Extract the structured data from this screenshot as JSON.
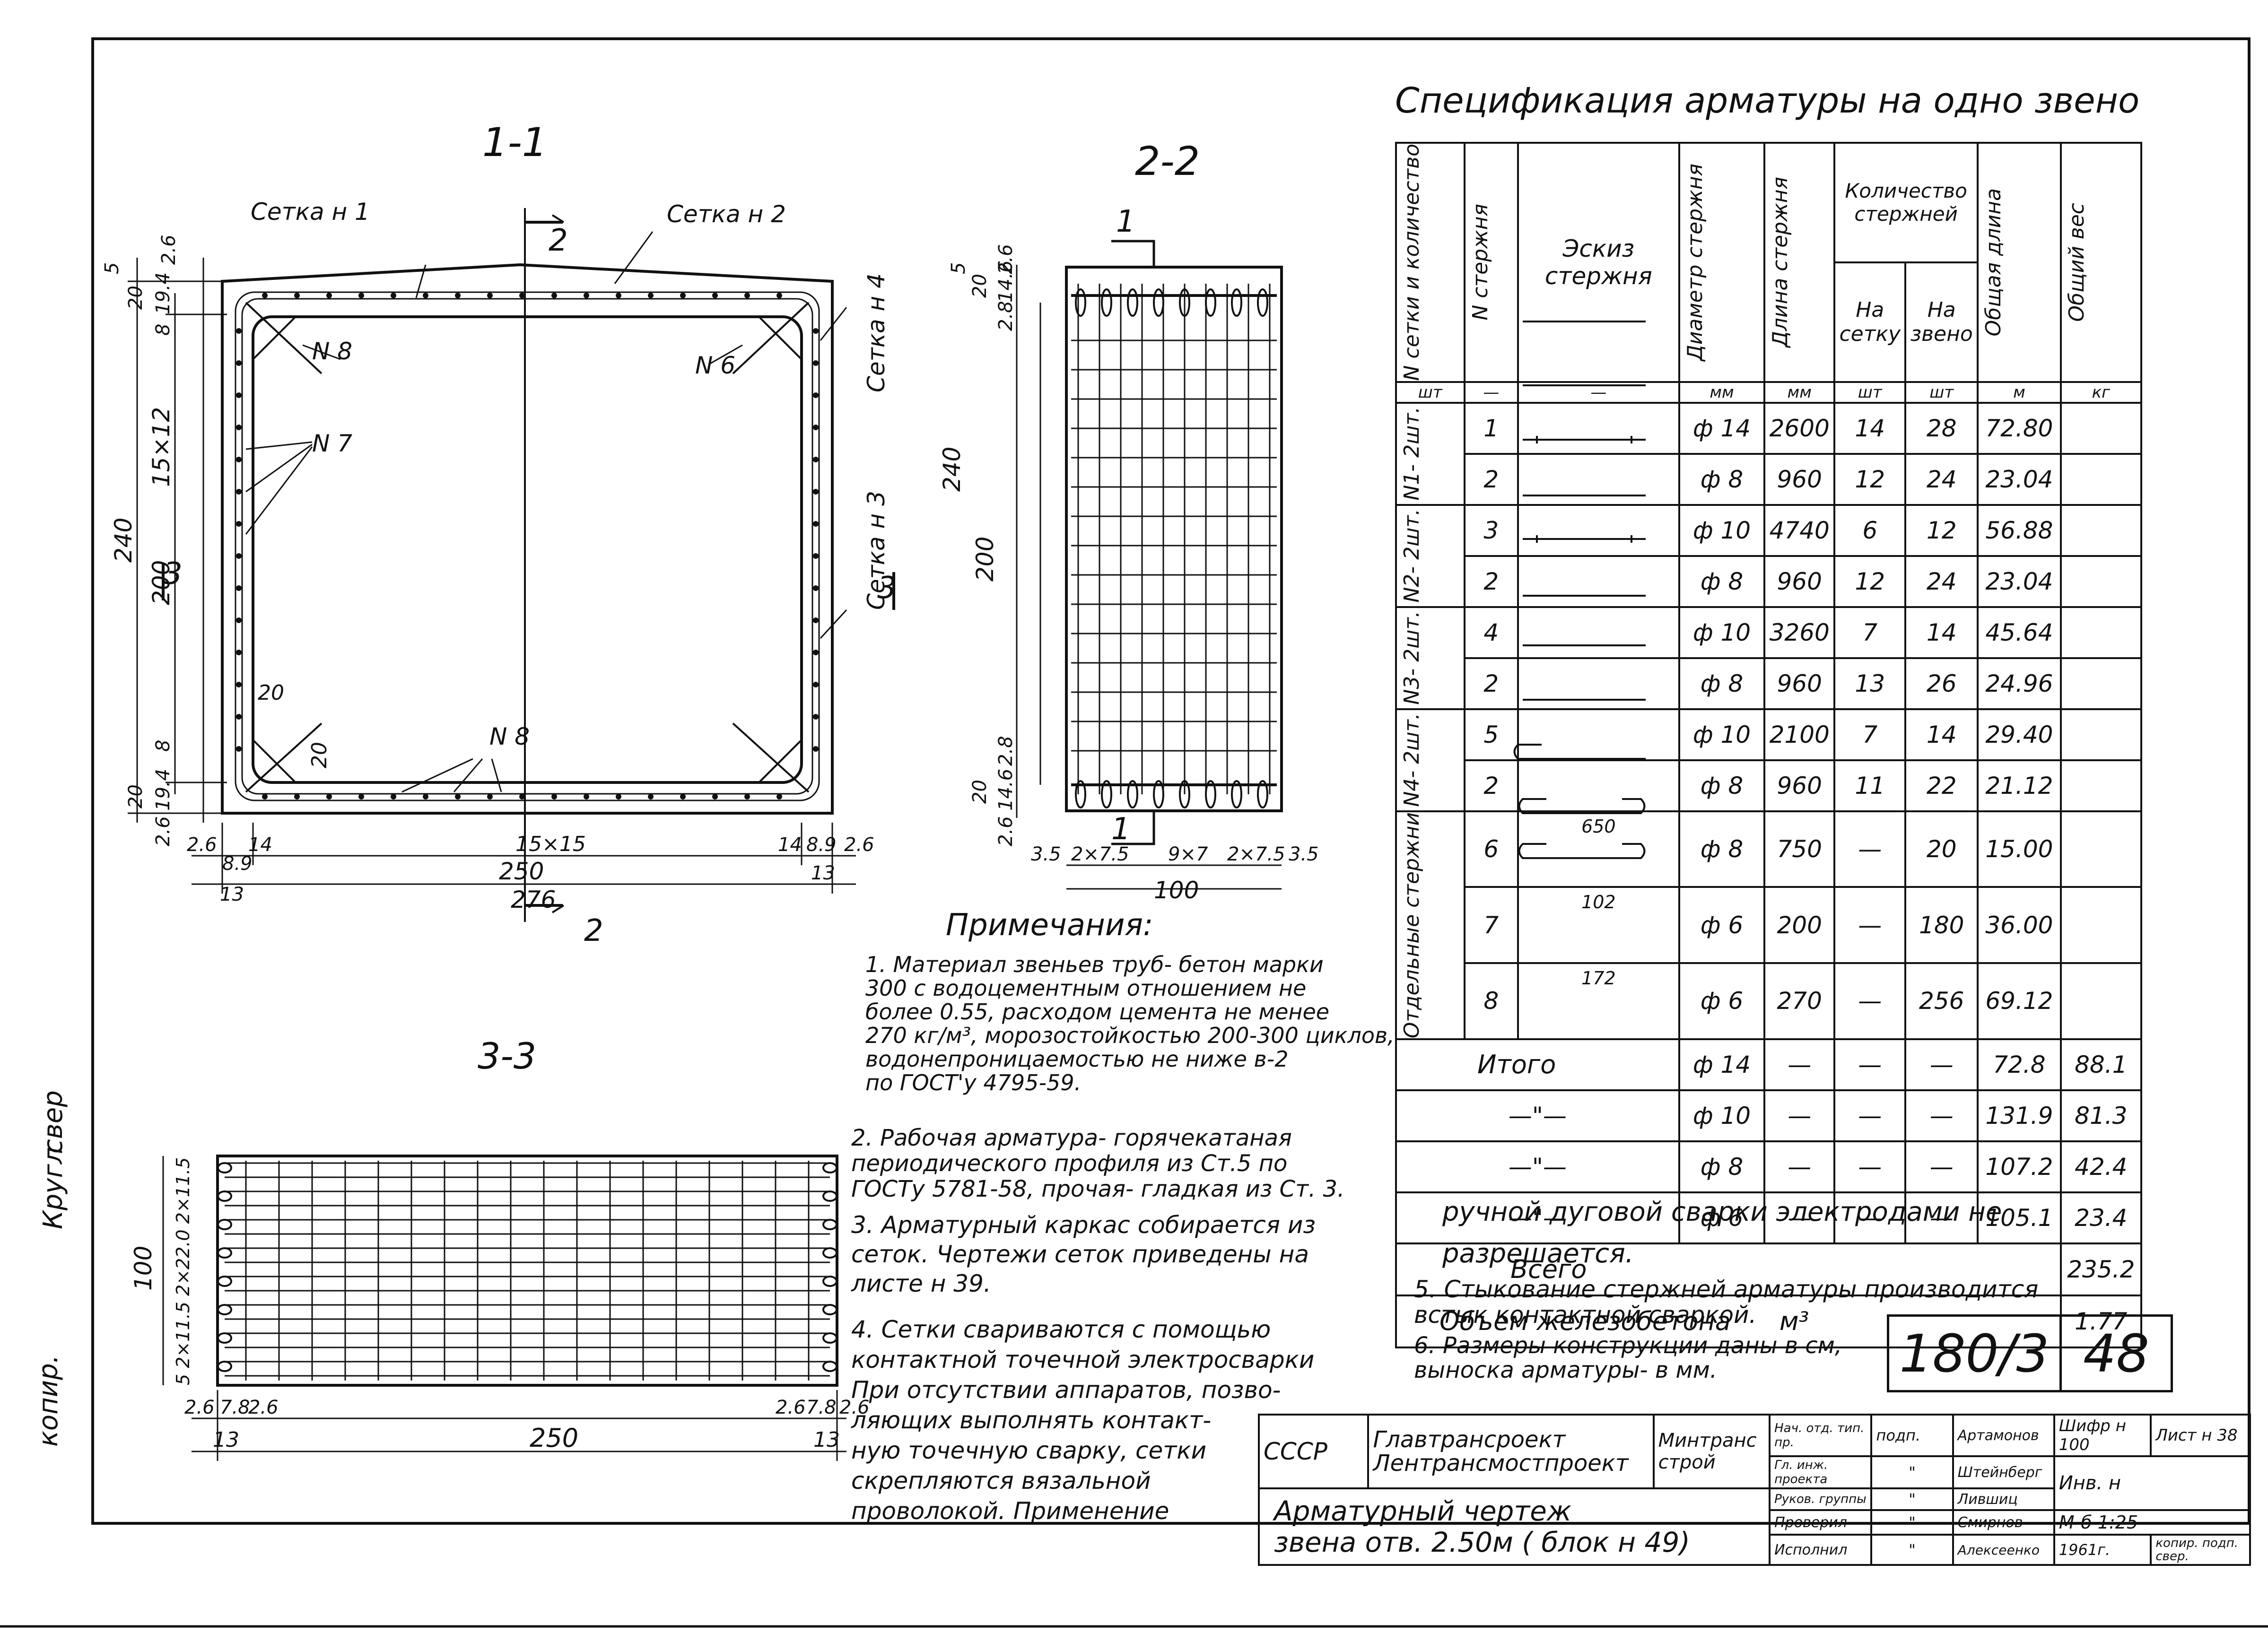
{
  "views": {
    "s11": {
      "title": "1-1",
      "labels": {
        "setka1": "Сетка н 1",
        "setka2": "Сетка н 2",
        "setka3": "Сетка н 3",
        "setka4": "Сетка н 4",
        "n8a": "N 8",
        "n8b": "N 8",
        "n6": "N 6",
        "n7": "N 7",
        "cut2_top": "2",
        "cut2_bot": "2",
        "cut3_left": "3",
        "cut3_right": "3"
      },
      "dims": {
        "d240": "240",
        "d200": "200",
        "d15x12": "15×12",
        "d5": "5",
        "d20a": "20",
        "d194a": "19.4",
        "d8a": "8",
        "d26a": "2.6",
        "d20b": "20",
        "d20c": "20",
        "d194b": "19.4",
        "d8b": "8",
        "d26b": "2.6",
        "d20d": "20",
        "d20e": "20",
        "b26a": "2.6",
        "b14a": "14",
        "b15x15": "15×15",
        "b14b": "14",
        "b89a": "8.9",
        "b26b": "2.6",
        "b89b": "8.9",
        "b250": "250",
        "b13a": "13",
        "b13b": "13",
        "b276": "276"
      }
    },
    "s22": {
      "title": "2-2",
      "cut1_top": "1",
      "cut1_bot": "1",
      "dims": {
        "d240": "240",
        "d200": "200",
        "d5": "5",
        "d26a": "2.6",
        "d20a": "20",
        "d28a": "2.8",
        "d146a": "14.6",
        "d28b": "2.8",
        "d20b": "20",
        "d146b": "14.6",
        "d26b": "2.6",
        "b35a": "3.5",
        "b2x75a": "2×7.5",
        "b9x7": "9×7",
        "b2x75b": "2×7.5",
        "b35b": "3.5",
        "b100": "100"
      }
    },
    "s33": {
      "title": "3-3",
      "dims": {
        "d100": "100",
        "dleft": "5 2×11.5 2×22.0 2×11.5",
        "b26a": "2.6",
        "b78a": "7.8",
        "b26b": "2.6",
        "b26c": "2.6",
        "b78b": "7.8",
        "b26d": "2.6",
        "b13a": "13",
        "b250": "250",
        "b13b": "13"
      }
    }
  },
  "notes": {
    "title": "Примечания:",
    "n1": "1. Материал звеньев труб- бетон марки\n300 с водоцементным отношением не\nболее 0.55, расходом цемента не менее\n270 кг/м³, морозостойкостью 200-300 циклов,\nводонепроницаемостью не ниже в-2\nпо ГОСТ'у 4795-59.",
    "n2": "2. Рабочая арматура- горячекатаная\nпериодического профиля из Ст.5 по\nГОСТу 5781-58, прочая- гладкая из Ст. 3.",
    "n3": "3. Арматурный каркас собирается из\nсеток. Чертежи сеток приведены на\nлисте н 39.",
    "n4": "4. Сетки свариваются с помощью\nконтактной точечной электросварки\nПри отсутствии аппаратов, позво-\nляющих выполнять контакт-\nную точечную сварку, сетки\nскрепляются вязальной\nпроволокой. Применение",
    "n4cont": "ручной дуговой сварки электродами не\nразрешается.",
    "n5": "5. Стыкование стержней арматуры производится\nвстык контактной сваркой.",
    "n6": "6. Размеры конструкции даны в см,\nвыноска арматуры- в мм."
  },
  "spec": {
    "title": "Спецификация арматуры на одно звено",
    "headers": {
      "setka": "N сетки и количество",
      "rod": "N стержня",
      "sketch": "Эскиз стержня",
      "diam": "Диаметр стержня",
      "len": "Длина стержня",
      "qty": "Количество стержней",
      "per_mesh": "На сетку",
      "per_link": "На звено",
      "total_len": "Общая длина",
      "weight": "Общий вес"
    },
    "units": {
      "setka": "шт",
      "rod": "—",
      "sketch": "—",
      "diam": "мм",
      "len": "мм",
      "per_mesh": "шт",
      "per_link": "шт",
      "total_len": "м",
      "weight": "кг"
    },
    "groups": {
      "g1": "N1- 2шт.",
      "g2": "N2- 2шт.",
      "g3": "N3- 2шт.",
      "g4": "N4- 2шт.",
      "g5": "Отдельные стержни"
    },
    "rows": [
      {
        "rod": "1",
        "diam": "ф 14",
        "len": "2600",
        "per_mesh": "14",
        "per_link": "28",
        "total": "72.80"
      },
      {
        "rod": "2",
        "diam": "ф 8",
        "len": "960",
        "per_mesh": "12",
        "per_link": "24",
        "total": "23.04"
      },
      {
        "rod": "3",
        "diam": "ф 10",
        "len": "4740",
        "per_mesh": "6",
        "per_link": "12",
        "total": "56.88"
      },
      {
        "rod": "2",
        "diam": "ф 8",
        "len": "960",
        "per_mesh": "12",
        "per_link": "24",
        "total": "23.04"
      },
      {
        "rod": "4",
        "diam": "ф 10",
        "len": "3260",
        "per_mesh": "7",
        "per_link": "14",
        "total": "45.64"
      },
      {
        "rod": "2",
        "diam": "ф 8",
        "len": "960",
        "per_mesh": "13",
        "per_link": "26",
        "total": "24.96"
      },
      {
        "rod": "5",
        "diam": "ф 10",
        "len": "2100",
        "per_mesh": "7",
        "per_link": "14",
        "total": "29.40"
      },
      {
        "rod": "2",
        "diam": "ф 8",
        "len": "960",
        "per_mesh": "11",
        "per_link": "22",
        "total": "21.12"
      },
      {
        "rod": "6",
        "sk": "650",
        "diam": "ф 8",
        "len": "750",
        "per_mesh": "—",
        "per_link": "20",
        "total": "15.00"
      },
      {
        "rod": "7",
        "sk": "102",
        "diam": "ф 6",
        "len": "200",
        "per_mesh": "—",
        "per_link": "180",
        "total": "36.00"
      },
      {
        "rod": "8",
        "sk": "172",
        "diam": "ф 6",
        "len": "270",
        "per_mesh": "—",
        "per_link": "256",
        "total": "69.12"
      }
    ],
    "totals": [
      {
        "label": "Итого",
        "diam": "ф 14",
        "a": "—",
        "b": "—",
        "c": "—",
        "total": "72.8",
        "weight": "88.1"
      },
      {
        "label": "—\"—",
        "diam": "ф 10",
        "a": "—",
        "b": "—",
        "c": "—",
        "total": "131.9",
        "weight": "81.3"
      },
      {
        "label": "—\"—",
        "diam": "ф 8",
        "a": "—",
        "b": "—",
        "c": "—",
        "total": "107.2",
        "weight": "42.4"
      },
      {
        "label": "—\"—",
        "diam": "ф 6",
        "a": "—",
        "b": "—",
        "c": "—",
        "total": "105.1",
        "weight": "23.4"
      }
    ],
    "vsego_label": "Всего",
    "vsego_value": "235.2",
    "volume_label": "Объем железобетона",
    "volume_unit": "м³",
    "volume_value": "1.77"
  },
  "sheet": {
    "code": "180/3",
    "number": "48"
  },
  "side": {
    "left": "копир.",
    "mid": "Кругл",
    "right": "свер"
  },
  "stamp": {
    "country": "СССР",
    "org1": "Главтрансроект",
    "org2": "Лентрансмостпроект",
    "ministry": "Минтранс строй",
    "title1": "Арматурный чертеж",
    "title2": "звена отв. 2.50м ( блок н 49)",
    "roles": [
      "Нач. отд. тип. пр.",
      "Гл. инж. проекта",
      "Руков. группы",
      "Проверил",
      "Исполнил"
    ],
    "sign": "подп.",
    "ditto": "\"",
    "names": [
      "Артамонов",
      "Штейнберг",
      "Лившиц",
      "Смирнов",
      "Алексеенко"
    ],
    "shifr_label": "Шифр н 100",
    "list_label": "Лист н 38",
    "inv": "Инв. н",
    "scale": "М-б 1:25",
    "year": "1961г.",
    "copy1": "копир.",
    "copy2": "подп.",
    "copy3": "свер."
  }
}
